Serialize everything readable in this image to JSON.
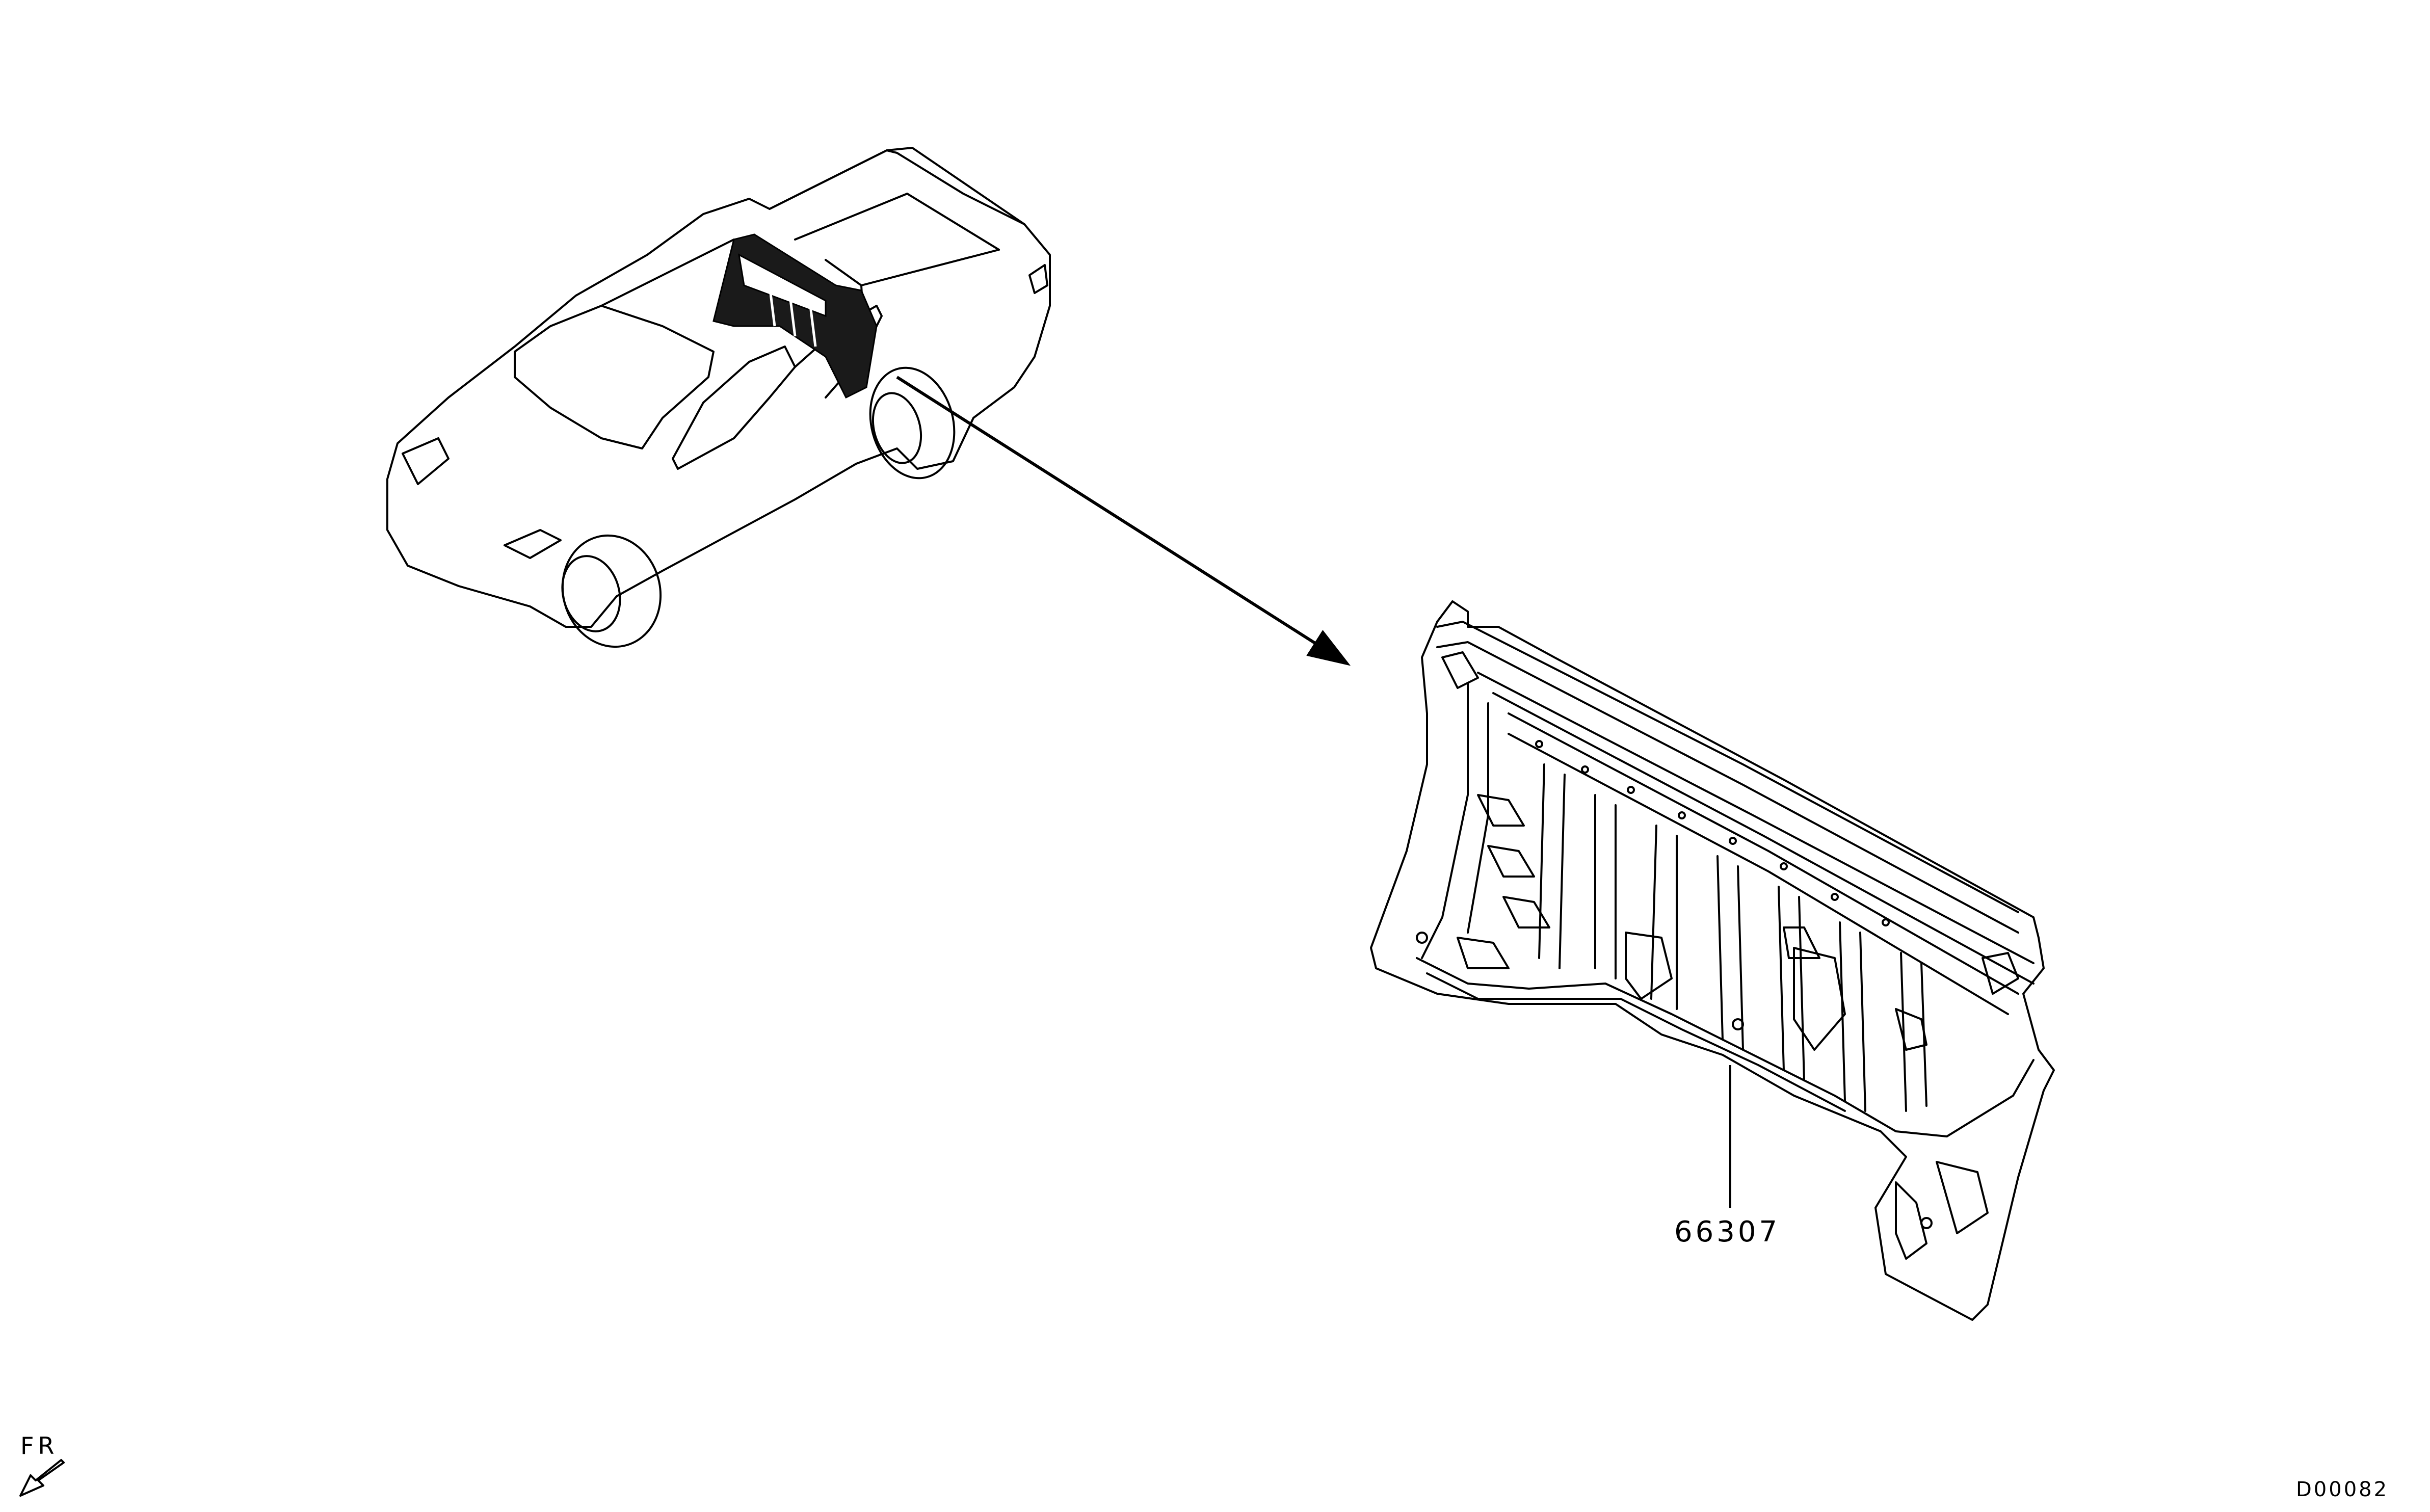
{
  "diagram": {
    "part_number": "66307",
    "direction_label": "FR",
    "diagram_id": "D00082"
  },
  "icons": {
    "vehicle": "pickup-truck-outline-icon",
    "part": "rear-cab-back-panel-icon",
    "direction": "front-direction-arrow-icon"
  },
  "colors": {
    "line": "#000000",
    "background": "#ffffff"
  }
}
